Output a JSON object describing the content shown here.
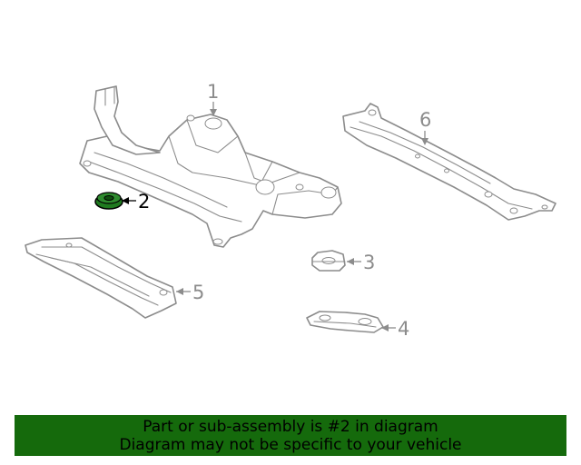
{
  "colors": {
    "line": "#8c8c8c",
    "highlight_fill": "#1f7a1f",
    "highlight_stroke": "#000000",
    "banner_bg": "#156a0c",
    "banner_text": "#000000",
    "background": "#ffffff"
  },
  "callouts": [
    {
      "id": "1",
      "label": "1",
      "highlighted": false
    },
    {
      "id": "2",
      "label": "2",
      "highlighted": true
    },
    {
      "id": "3",
      "label": "3",
      "highlighted": false
    },
    {
      "id": "4",
      "label": "4",
      "highlighted": false
    },
    {
      "id": "5",
      "label": "5",
      "highlighted": false
    },
    {
      "id": "6",
      "label": "6",
      "highlighted": false
    }
  ],
  "banner": {
    "line1": "Part or sub-assembly is #2 in diagram",
    "line2": "Diagram may not be specific to your vehicle"
  }
}
